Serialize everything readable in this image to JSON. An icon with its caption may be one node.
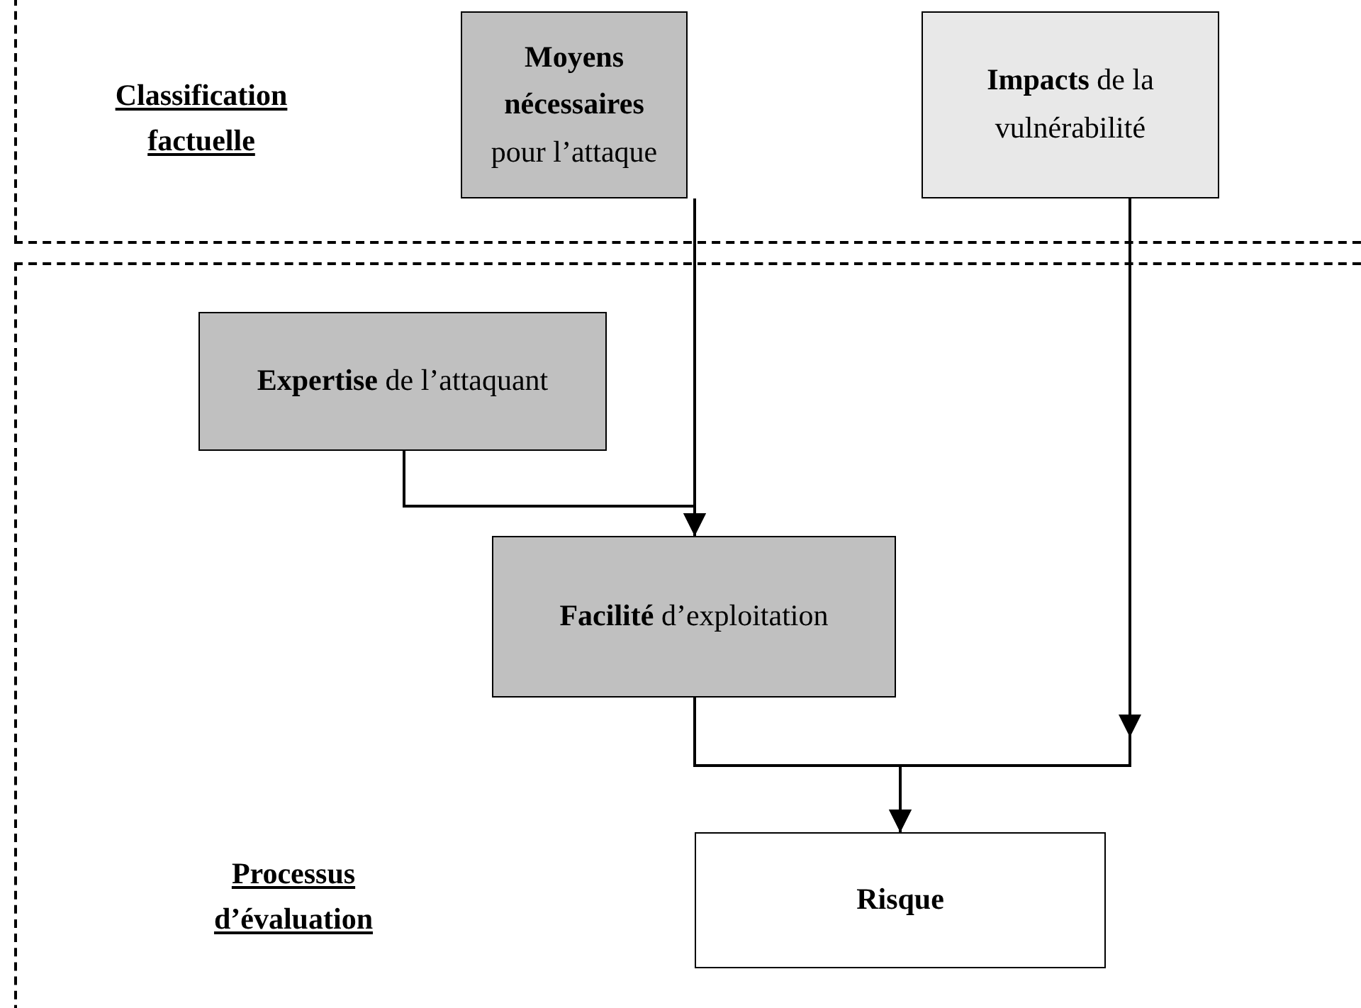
{
  "diagram": {
    "nodes": [
      {
        "text": [
          "Classification factuelle"
        ]
      },
      {
        "text": [
          "**Moyens nécessaires** pour l’attaque"
        ],
        "in": 0
      },
      {
        "text": [
          "**Impacts** de la vulnérabilité"
        ],
        "in": 0
      },
      {
        "text": [
          "Processus d’évaluation"
        ]
      },
      {
        "text": [
          "**Expertise** de l’attaquant"
        ],
        "in": 3
      },
      {
        "text": [
          "**Facilité** d’exploitation"
        ],
        "in": 3
      },
      {
        "text": [
          "**Risque**"
        ],
        "in": 3
      }
    ],
    "edges": [
      {
        "from": 1,
        "to": 5,
        "arrow": "to"
      },
      {
        "from": 4,
        "to": 5,
        "arrow": "to"
      },
      {
        "from": 2,
        "to": 6,
        "arrow": "to"
      },
      {
        "from": 5,
        "to": 6,
        "arrow": "to"
      }
    ]
  }
}
